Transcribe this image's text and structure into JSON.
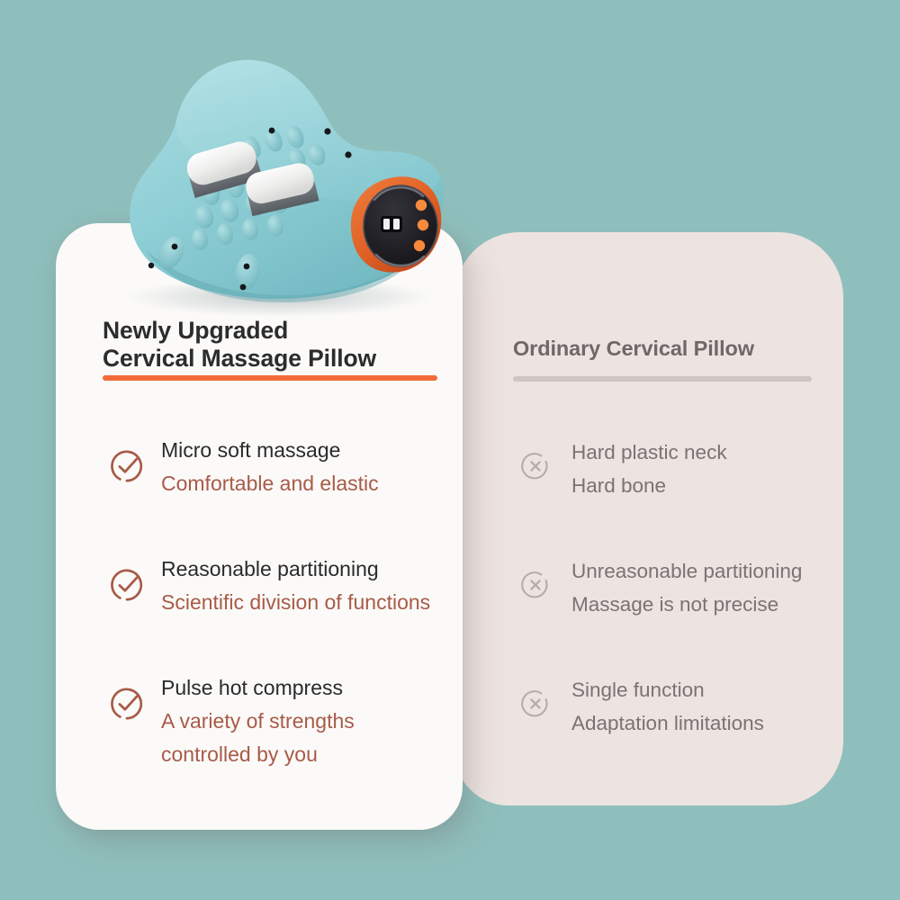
{
  "background_color": "#8FBFBC",
  "product": {
    "name": "cervical-massage-pillow",
    "body_color": "#8FCFD6",
    "accent_color": "#E2622A",
    "plate_color": "#F2F2F0",
    "display_color": "#1A1A1C",
    "alt": "Newly upgraded blue cervical massage pillow with massage nubs, two heating plates and an orange control panel"
  },
  "upgraded": {
    "card_color": "#FBFAF8",
    "rule_color": "#F26C3B",
    "title_line1": "Newly Upgraded",
    "title_line2": "Cervical Massage Pillow",
    "icon": "check-circle-icon",
    "icon_color": "#A85B48",
    "features": [
      {
        "title": "Micro soft massage",
        "sub": "Comfortable and elastic",
        "sub2": ""
      },
      {
        "title": "Reasonable partitioning",
        "sub": "Scientific division of functions",
        "sub2": ""
      },
      {
        "title": "Pulse hot compress",
        "sub": "A variety of strengths",
        "sub2": "controlled by you"
      }
    ]
  },
  "ordinary": {
    "card_color": "#EDE3E1",
    "rule_color": "#CFC6C4",
    "title": "Ordinary Cervical Pillow",
    "icon": "x-circle-icon",
    "icon_color": "#B5ACAA",
    "features": [
      {
        "title": "Hard plastic neck",
        "sub": "Hard bone"
      },
      {
        "title": "Unreasonable partitioning",
        "sub": "Massage is not precise"
      },
      {
        "title": "Single function",
        "sub": "Adaptation limitations"
      }
    ]
  }
}
